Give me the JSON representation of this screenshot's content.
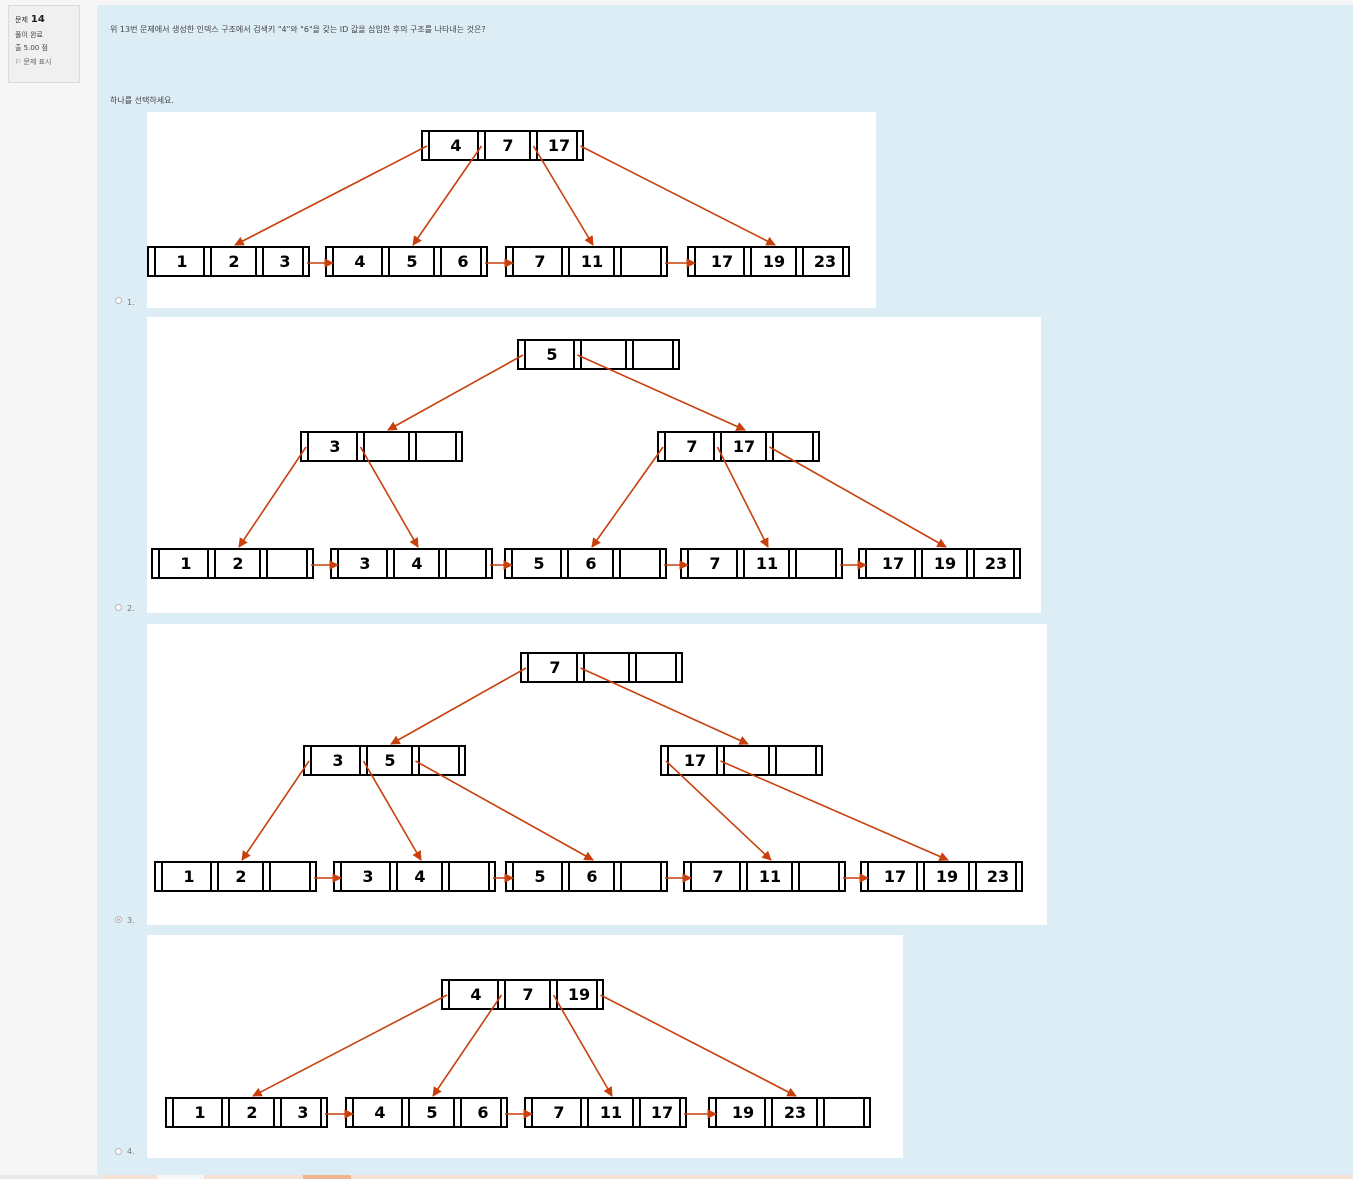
{
  "question": {
    "label": "문제",
    "number": "14",
    "status": "풀이 완료",
    "points": "출 5.00 점",
    "flag_label": "문제 표시",
    "text": "위 13번 문제에서 생성한 인덱스 구조에서 검색키 \"4\"와 \"6\"을 갖는 ID 값을 삽입한 후의 구조를 나타내는 것은?",
    "prompt": "하나를 선택하세요."
  },
  "options": [
    {
      "label": "1.",
      "selected": false,
      "nodes": [
        {
          "cells": [
            "4",
            "7",
            "17"
          ]
        },
        {
          "cells": [
            "1",
            "2",
            "3"
          ]
        },
        {
          "cells": [
            "4",
            "5",
            "6"
          ]
        },
        {
          "cells": [
            "7",
            "11",
            ""
          ]
        },
        {
          "cells": [
            "17",
            "19",
            "23"
          ]
        }
      ]
    },
    {
      "label": "2.",
      "selected": false,
      "nodes": [
        {
          "cells": [
            "5",
            "",
            ""
          ]
        },
        {
          "cells": [
            "3",
            "",
            ""
          ]
        },
        {
          "cells": [
            "7",
            "17",
            ""
          ]
        },
        {
          "cells": [
            "1",
            "2",
            ""
          ]
        },
        {
          "cells": [
            "3",
            "4",
            ""
          ]
        },
        {
          "cells": [
            "5",
            "6",
            ""
          ]
        },
        {
          "cells": [
            "7",
            "11",
            ""
          ]
        },
        {
          "cells": [
            "17",
            "19",
            "23"
          ]
        }
      ]
    },
    {
      "label": "3.",
      "selected": true,
      "nodes": [
        {
          "cells": [
            "7",
            "",
            ""
          ]
        },
        {
          "cells": [
            "3",
            "5",
            ""
          ]
        },
        {
          "cells": [
            "17",
            "",
            ""
          ]
        },
        {
          "cells": [
            "1",
            "2",
            ""
          ]
        },
        {
          "cells": [
            "3",
            "4",
            ""
          ]
        },
        {
          "cells": [
            "5",
            "6",
            ""
          ]
        },
        {
          "cells": [
            "7",
            "11",
            ""
          ]
        },
        {
          "cells": [
            "17",
            "19",
            "23"
          ]
        }
      ]
    },
    {
      "label": "4.",
      "selected": false,
      "nodes": [
        {
          "cells": [
            "4",
            "7",
            "19"
          ]
        },
        {
          "cells": [
            "1",
            "2",
            "3"
          ]
        },
        {
          "cells": [
            "4",
            "5",
            "6"
          ]
        },
        {
          "cells": [
            "7",
            "11",
            "17"
          ]
        },
        {
          "cells": [
            "19",
            "23",
            ""
          ]
        }
      ]
    }
  ],
  "colors": {
    "arrow": "#c8400c",
    "content_bg": "#dcedf5",
    "node_border": "#000000"
  }
}
